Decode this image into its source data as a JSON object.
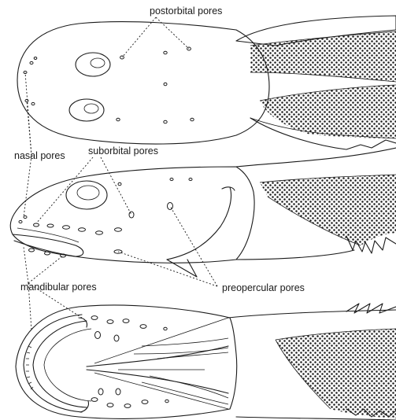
{
  "labels": {
    "postorbital": "postorbital pores",
    "nasal": "nasal pores",
    "suborbital": "suborbital pores",
    "mandibular": "mandibular pores",
    "preopercular": "preopercular pores"
  },
  "colors": {
    "ink": "#1a1a1a",
    "paper": "#ffffff"
  }
}
